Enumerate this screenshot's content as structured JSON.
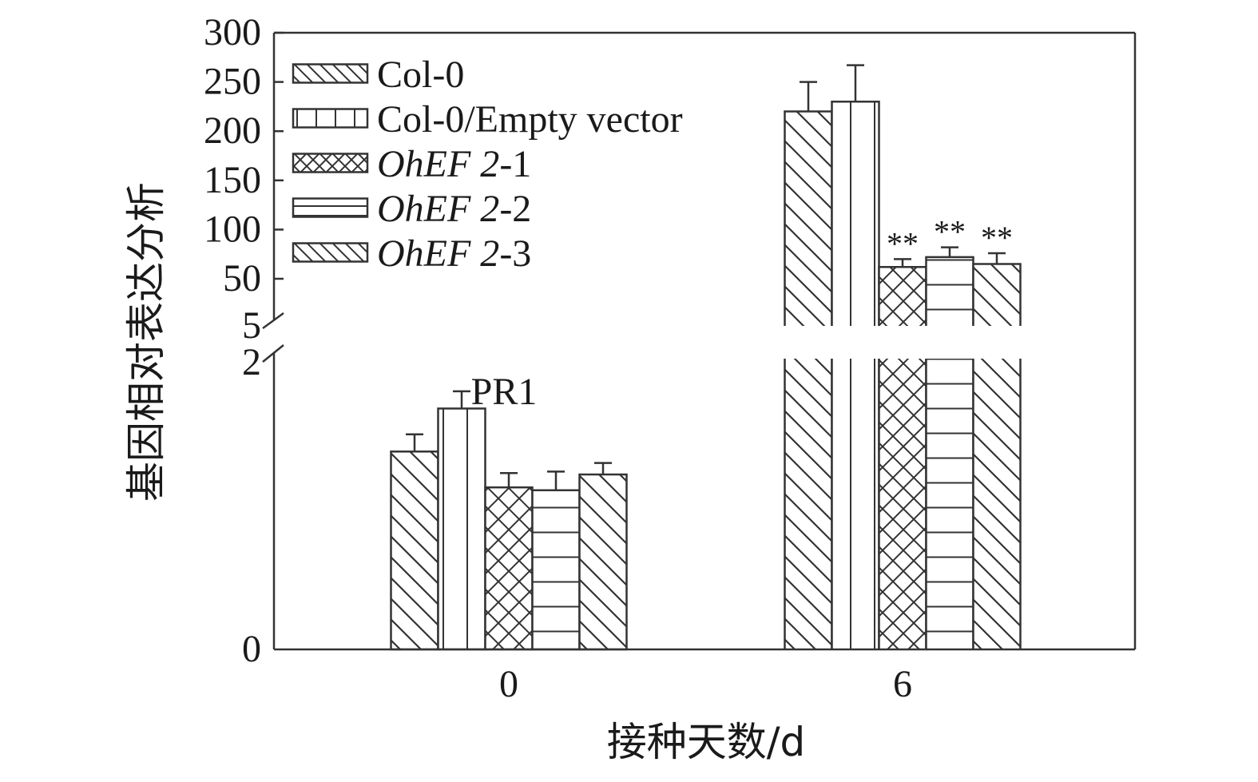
{
  "chart_data": {
    "type": "bar",
    "annotation": "PR1",
    "xlabel": "接种天数/d",
    "ylabel": "基因相对表达分析",
    "categories": [
      "0",
      "6"
    ],
    "y_axis": {
      "broken": true,
      "lower_segment": {
        "range": [
          0,
          2
        ],
        "tick_labels": [
          "0",
          "2"
        ]
      },
      "upper_segment": {
        "range": [
          5,
          300
        ],
        "tick_labels": [
          "5",
          "50",
          "100",
          "150",
          "200",
          "250",
          "300"
        ]
      }
    },
    "series": [
      {
        "name": "Col-0",
        "name_style": "normal",
        "pattern": "diag-down",
        "values": [
          1.38,
          220
        ],
        "errors": [
          0.12,
          30
        ],
        "significance": [
          "",
          ""
        ]
      },
      {
        "name": "Col-0/Empty vector",
        "name_style": "normal",
        "pattern": "vert-lines",
        "values": [
          1.68,
          230
        ],
        "errors": [
          0.12,
          37
        ],
        "significance": [
          "",
          ""
        ]
      },
      {
        "name_parts": [
          "OhEF 2",
          "-1"
        ],
        "pattern": "crosshatch",
        "values": [
          1.13,
          62
        ],
        "errors": [
          0.1,
          8
        ],
        "significance": [
          "",
          "**"
        ]
      },
      {
        "name_parts": [
          "OhEF 2",
          "-2"
        ],
        "pattern": "horiz-lines",
        "values": [
          1.11,
          72
        ],
        "errors": [
          0.13,
          10
        ],
        "significance": [
          "",
          "**"
        ]
      },
      {
        "name_parts": [
          "OhEF 2",
          "-3"
        ],
        "pattern": "diag-down",
        "values": [
          1.22,
          65
        ],
        "errors": [
          0.08,
          11
        ],
        "significance": [
          "",
          "**"
        ]
      }
    ]
  }
}
